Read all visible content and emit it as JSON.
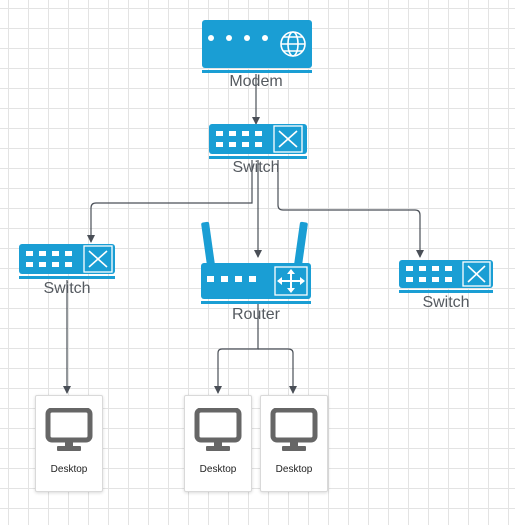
{
  "nodes": {
    "modem": "Modem",
    "switch_top": "Switch",
    "switch_left": "Switch",
    "router": "Router",
    "switch_right": "Switch",
    "desktop_1": "Desktop",
    "desktop_2": "Desktop",
    "desktop_3": "Desktop"
  },
  "colors": {
    "device": "#1a9ed4",
    "connector": "#4a4f57",
    "monitor": "#666666"
  }
}
